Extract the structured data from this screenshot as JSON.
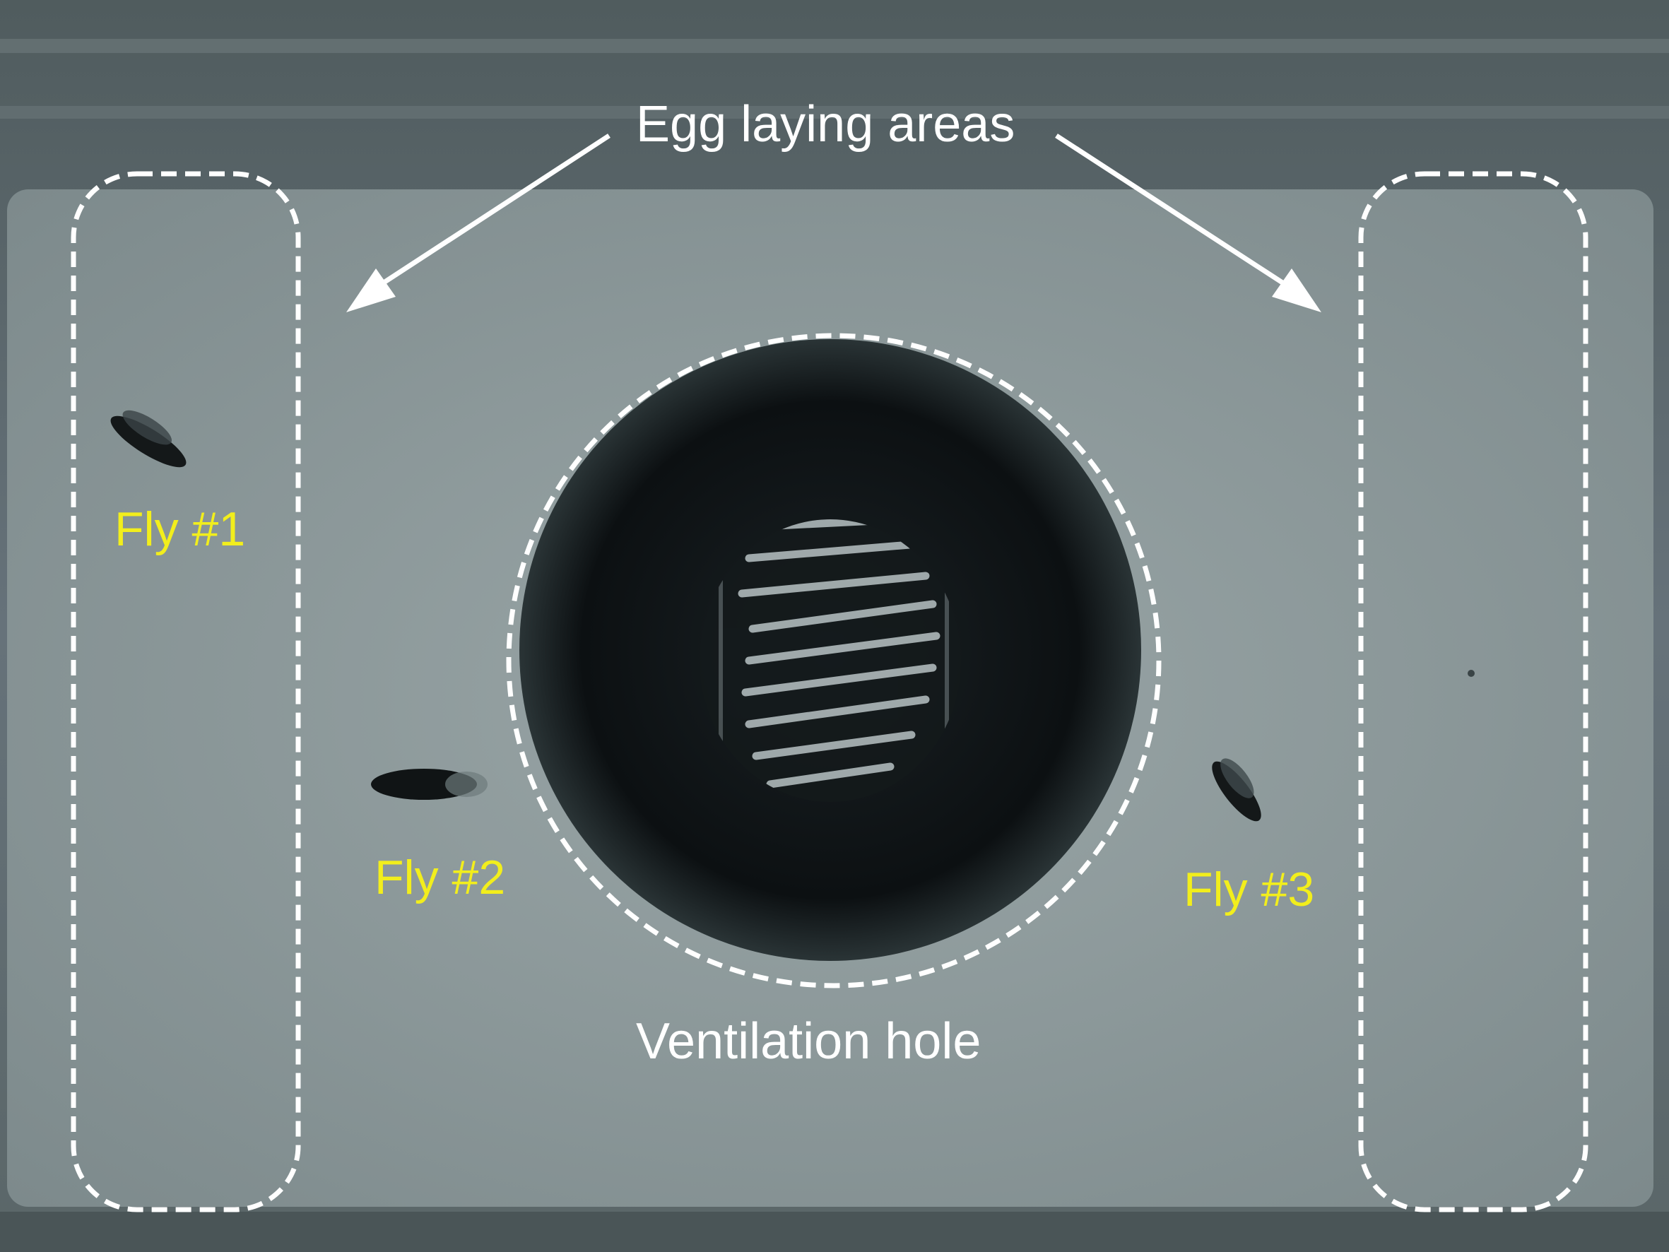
{
  "annotations": {
    "title": "Egg laying areas",
    "fly_1": "Fly #1",
    "fly_2": "Fly #2",
    "fly_3": "Fly #3",
    "hole": "Ventilation hole"
  },
  "colors": {
    "label_white": "#ffffff",
    "label_yellow": "#f2ee1c",
    "dashes": "#ffffff",
    "chamber_floor": "#8e9a9b",
    "chamber_frame": "#5d6a6c",
    "hole_dark": "#0c1012"
  },
  "icons": {
    "flies": "fly-silhouette",
    "arrows": "arrow-pointer",
    "mesh": "ventilation-mesh"
  }
}
